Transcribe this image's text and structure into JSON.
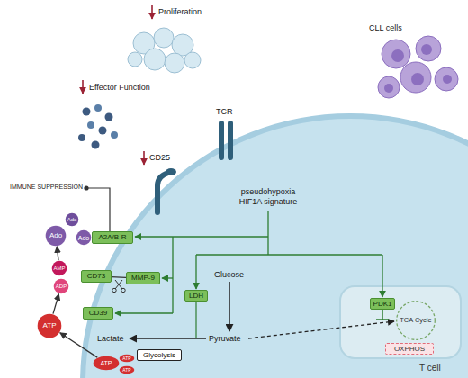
{
  "diagram": {
    "nodes": [
      {
        "text": [
          "T cell"
        ]
      },
      {
        "text": [
          "Ado"
        ]
      },
      {
        "text": [
          "Ado"
        ]
      },
      {
        "text": [
          "Ado"
        ]
      },
      {
        "text": [
          "A2A/B-R"
        ]
      },
      {
        "text": [
          "AMP"
        ]
      },
      {
        "text": [
          "CD73"
        ]
      },
      {
        "text": [
          "MMP-9"
        ],
        "in": 0
      },
      {
        "text": [
          "ADP"
        ]
      },
      {
        "text": [
          "CD39"
        ]
      },
      {
        "text": [
          "ATP"
        ]
      },
      {
        "text": [
          "LDH"
        ],
        "in": 0
      },
      {
        "text": [
          "Glycolysis"
        ],
        "in": 0
      },
      {
        "text": [
          "ATP"
        ],
        "in": 0
      },
      {
        "text": [
          "ATP"
        ],
        "in": 0
      },
      {
        "text": [
          "ATP"
        ],
        "in": 0
      },
      {
        "text": [
          "PDK1"
        ],
        "in": 0
      },
      {
        "text": [
          "TCA Cycle"
        ],
        "in": 0
      },
      {
        "text": [
          "OXPHOS"
        ],
        "in": 0
      }
    ],
    "edges": [
      {
        "from": 13,
        "to": 10,
        "arrow": "to"
      },
      {
        "from": 10,
        "to": 8,
        "arrow": "to"
      },
      {
        "from": 5,
        "to": 2,
        "arrow": "to"
      },
      {
        "from": 6,
        "to": 7,
        "arrow": "none"
      }
    ],
    "labels": [
      "Proliferation",
      "Effector Function",
      "CD25",
      "TCR",
      "CLL cells",
      "IMMUNE SUPPRESSION",
      "pseudohypoxia HIF1A signature",
      "Glucose",
      "Pyruvate",
      "Lactate"
    ]
  }
}
